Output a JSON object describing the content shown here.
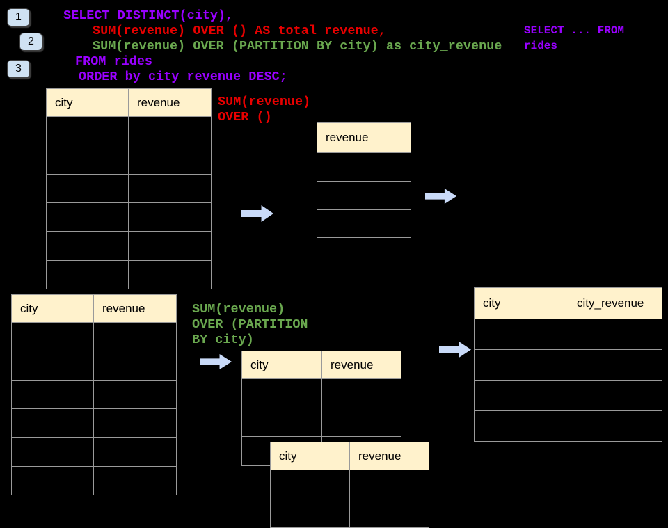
{
  "colors": {
    "purple": "#9900ff",
    "red": "#e80000",
    "green": "#6aa84f",
    "header_bg": "#fff2cc",
    "arrow_blue": "#c9daf8",
    "badge_bg": "#cfe2f3",
    "table_border": "#9a9a9a"
  },
  "badges": {
    "step1": "1",
    "step2": "2",
    "step3": "3"
  },
  "sql": {
    "line1": "SELECT DISTINCT(city),",
    "line2": "SUM(revenue) OVER () AS total_revenue,",
    "line3": "SUM(revenue) OVER (PARTITION BY city) as city_revenue",
    "line4": "FROM rides",
    "line5": "ORDER by city_revenue DESC;"
  },
  "side_sql": {
    "line1": "SELECT ... FROM",
    "line2": "rides"
  },
  "labels": {
    "total_window": {
      "line1": "SUM(revenue)",
      "line2": "OVER ()"
    },
    "partition_window": {
      "line1": "SUM(revenue)",
      "line2": "OVER (PARTITION",
      "line3": "BY city)"
    }
  },
  "tables": {
    "source_top": {
      "col1": "city",
      "col2": "revenue",
      "rows": 6
    },
    "total_result": {
      "col1": "revenue",
      "rows": 4
    },
    "source_bottom": {
      "col1": "city",
      "col2": "revenue",
      "rows": 6
    },
    "partition_mid": {
      "col1": "city",
      "col2": "revenue",
      "rows": 3
    },
    "partition_front": {
      "col1": "city",
      "col2": "revenue",
      "rows": 2
    },
    "city_revenue_result": {
      "col1": "city",
      "col2": "city_revenue",
      "rows": 4
    }
  }
}
